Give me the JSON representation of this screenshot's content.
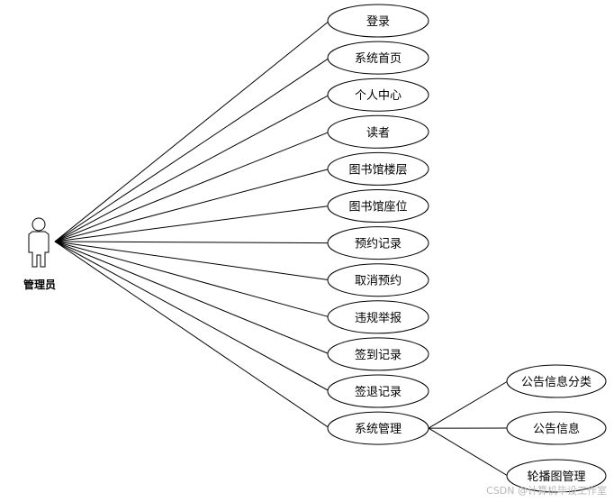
{
  "diagram": {
    "actor": {
      "label": "管理员"
    },
    "use_cases": [
      "登录",
      "系统首页",
      "个人中心",
      "读者",
      "图书馆楼层",
      "图书馆座位",
      "预约记录",
      "取消预约",
      "违规举报",
      "签到记录",
      "签退记录",
      "系统管理"
    ],
    "sub_use_cases": {
      "parent": "系统管理",
      "items": [
        "公告信息分类",
        "公告信息",
        "轮播图管理"
      ]
    }
  },
  "watermark": "CSDN @计算机毕设工作室"
}
